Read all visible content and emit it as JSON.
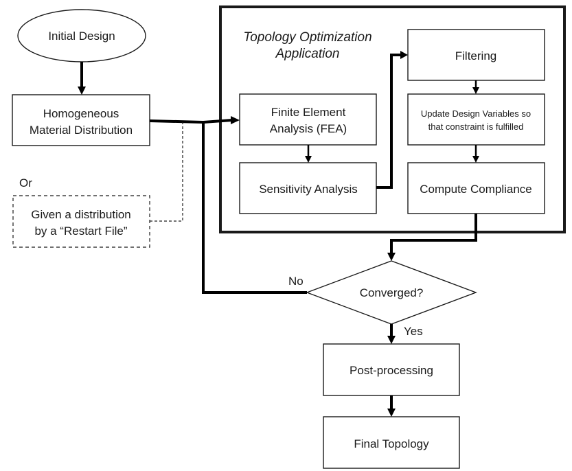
{
  "frame": {
    "title_line1": "Topology Optimization",
    "title_line2": "Application"
  },
  "nodes": {
    "initial_design": "Initial Design",
    "homogeneous_line1": "Homogeneous",
    "homogeneous_line2": "Material Distribution",
    "or_label": "Or",
    "restart_line1": "Given a distribution",
    "restart_line2": "by a “Restart File”",
    "fea_line1": "Finite Element",
    "fea_line2": "Analysis (FEA)",
    "sensitivity": "Sensitivity Analysis",
    "filtering": "Filtering",
    "update_line1": "Update Design Variables so",
    "update_line2": "that constraint is fulfilled",
    "compliance": "Compute Compliance",
    "converged": "Converged?",
    "post_processing": "Post-processing",
    "final_topology": "Final Topology"
  },
  "edge_labels": {
    "no": "No",
    "yes": "Yes"
  }
}
